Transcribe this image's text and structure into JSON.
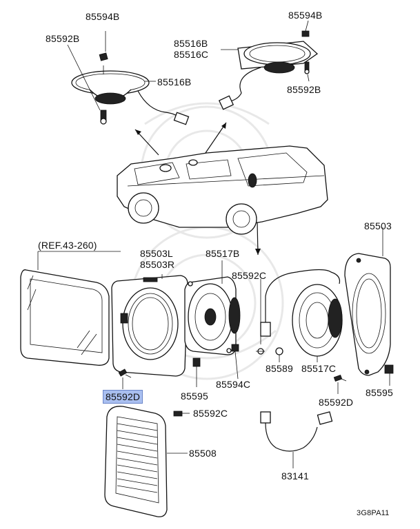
{
  "diagram": {
    "reference": "(REF.43-260)",
    "code": "3G8PA11",
    "highlighted_part": "85592D"
  },
  "labels": {
    "p85594B_left": "85594B",
    "p85592B_left": "85592B",
    "p85516B_left": "85516B",
    "p85594B_right": "85594B",
    "p85516B_right": "85516B",
    "p85516C_right": "85516C",
    "p85592B_right": "85592B",
    "p85503L": "85503L",
    "p85503R": "85503R",
    "p85517B": "85517B",
    "p85592C_top": "85592C",
    "p85503": "85503",
    "p85589": "85589",
    "p85517C": "85517C",
    "p85595_left": "85595",
    "p85594C": "85594C",
    "p85592D_left": "85592D",
    "p85592D_right": "85592D",
    "p85595_right": "85595",
    "p85592C_bottom": "85592C",
    "p85508": "85508",
    "p83141": "83141"
  }
}
